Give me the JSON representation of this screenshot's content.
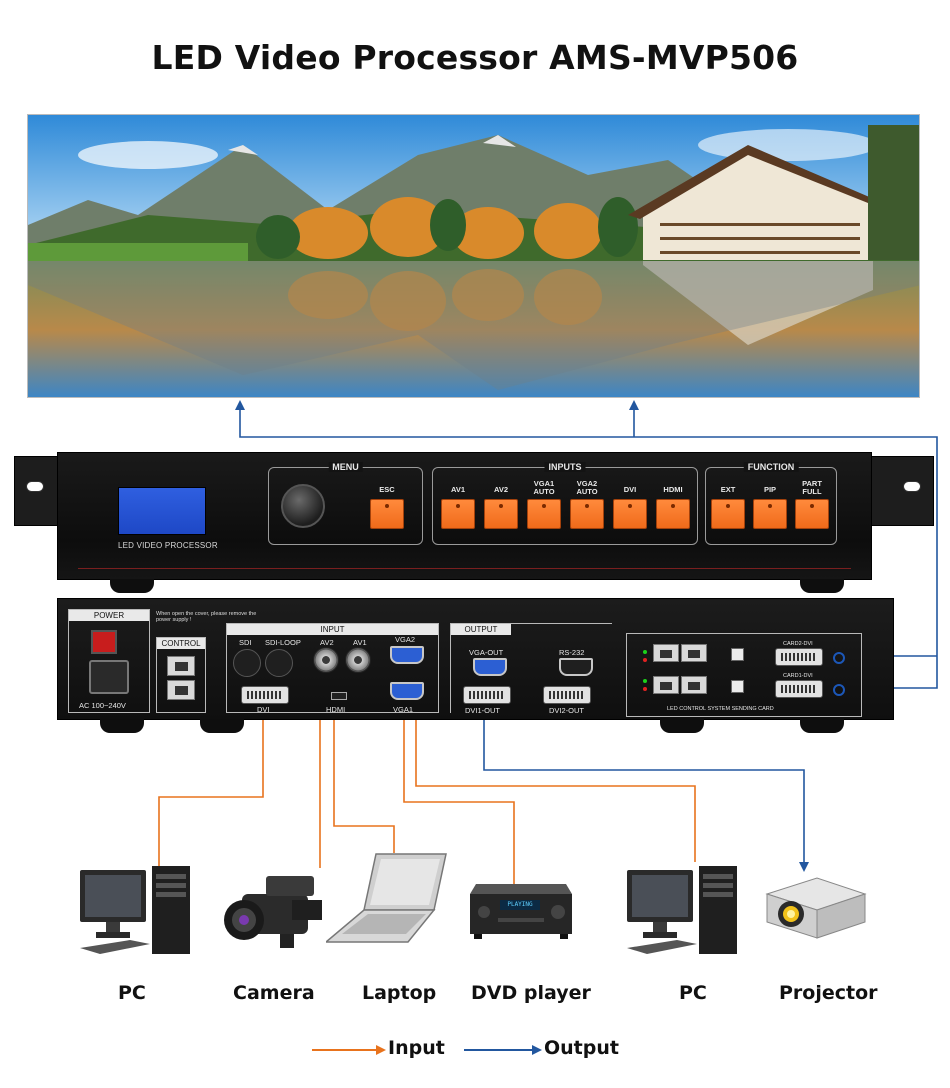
{
  "title": "LED Video Processor AMS-MVP506",
  "colors": {
    "input_line": "#e8731d",
    "output_line": "#22579f",
    "button": "#f47a26",
    "lcd": "#2453d4"
  },
  "front_panel": {
    "lcd_caption": "LED VIDEO PROCESSOR",
    "menu": {
      "title": "MENU",
      "buttons": [
        "ESC"
      ]
    },
    "inputs": {
      "title": "INPUTS",
      "buttons": [
        "AV1",
        "AV2",
        "VGA1\nAUTO",
        "VGA2\nAUTO",
        "DVI",
        "HDMI"
      ]
    },
    "function": {
      "title": "FUNCTION",
      "buttons": [
        "EXT",
        "PIP",
        "PART\nFULL"
      ]
    }
  },
  "rear_panel": {
    "power": {
      "title": "POWER",
      "rating": "AC 100~240V"
    },
    "control": {
      "title": "CONTROL"
    },
    "warning": "When open the cover, please remove the power supply !",
    "input": {
      "title": "INPUT",
      "ports": {
        "sdi": "SDI",
        "sdi_loop": "SDI-LOOP",
        "av2": "AV2",
        "av1": "AV1",
        "vga2": "VGA2",
        "dvi": "DVI",
        "hdmi": "HDMI",
        "vga1": "VGA1"
      }
    },
    "output": {
      "title": "OUTPUT",
      "ports": {
        "vga_out": "VGA-OUT",
        "dvi1_out": "DVI1-OUT",
        "dvi2_out": "DVI2-OUT"
      }
    },
    "rs232": "RS-232",
    "sending_card": {
      "card2": "CARD2-DVI",
      "card1": "CARD1-DVI",
      "caption": "LED CONTROL SYSTEM SENDING CARD"
    }
  },
  "devices": [
    {
      "id": "pc-left",
      "label": "PC"
    },
    {
      "id": "camera",
      "label": "Camera"
    },
    {
      "id": "laptop",
      "label": "Laptop"
    },
    {
      "id": "dvd",
      "label": "DVD player",
      "display": "PLAYING"
    },
    {
      "id": "pc-right",
      "label": "PC"
    },
    {
      "id": "projector",
      "label": "Projector"
    }
  ],
  "legend": {
    "input": "Input",
    "output": "Output"
  }
}
